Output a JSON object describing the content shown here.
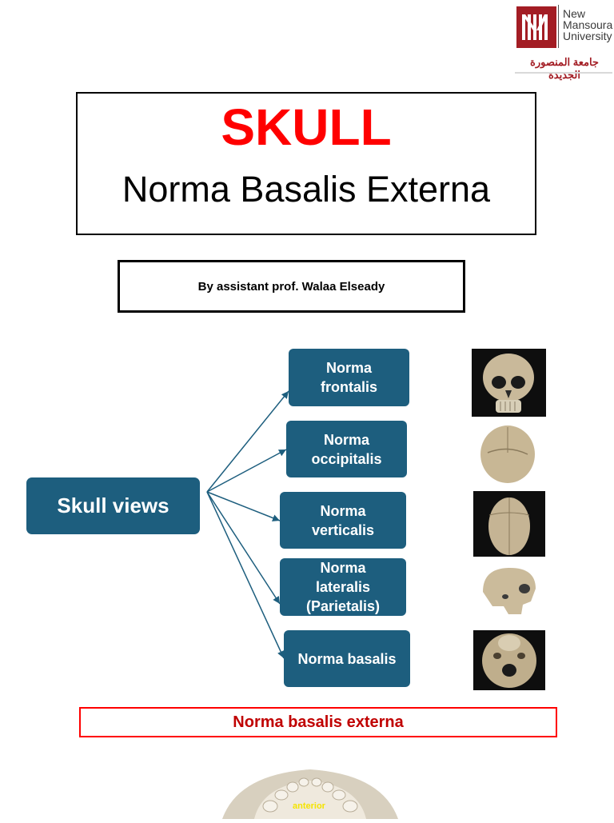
{
  "logo": {
    "name_lines": [
      "New",
      "Mansoura",
      "University"
    ],
    "arabic": "جامعة المنصورة الجديدة",
    "brand_color": "#a31d24"
  },
  "title": {
    "main": "SKULL",
    "subtitle": "Norma Basalis Externa"
  },
  "author": "By assistant prof. Walaa Elseady",
  "diagram": {
    "root": "Skull views",
    "node_color": "#1d5e7e",
    "branches": [
      {
        "label": "Norma\nfrontalis",
        "thumb": "skull-frontal-photo"
      },
      {
        "label": "Norma\noccipitalis",
        "thumb": "skull-occipital-photo"
      },
      {
        "label": "Norma\nverticalis",
        "thumb": "skull-vertical-photo"
      },
      {
        "label": "Norma\nlateralis\n(Parietalis)",
        "thumb": "skull-lateral-photo"
      },
      {
        "label": "Norma basalis",
        "thumb": "skull-basal-photo"
      }
    ]
  },
  "section_heading": "Norma basalis externa",
  "bottom_image": {
    "label": "anterior",
    "label_color": "#f5e400"
  }
}
